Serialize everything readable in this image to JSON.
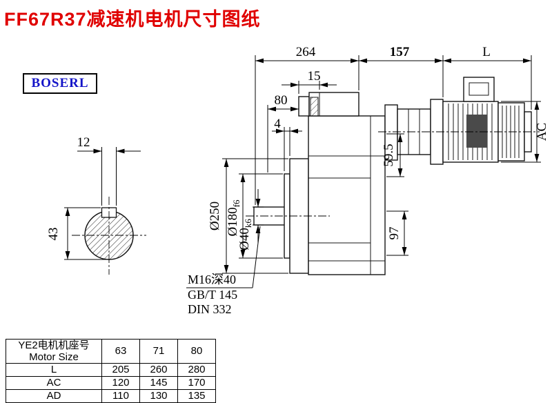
{
  "title": "FF67R37减速机电机尺寸图纸",
  "brand": "BOSERL",
  "drawing": {
    "dims": {
      "top_264": "264",
      "top_157": "157",
      "top_L": "L",
      "d15": "15",
      "d80": "80",
      "d4": "4",
      "ac": "AC",
      "d59_5": "59.5",
      "d97": "97",
      "dia250": "Ø250",
      "dia180": "Ø180",
      "dia180_tol": "f6",
      "dia40": "Ø40",
      "dia40_tol": "k6",
      "key_width": "12",
      "key_height": "43",
      "thread_note": "M16深40",
      "std_gb": "GB/T 145",
      "std_din": "DIN 332"
    }
  },
  "table": {
    "header_cn": "YE2电机机座号",
    "header_en": "Motor Size",
    "sizes": [
      "63",
      "71",
      "80"
    ],
    "rows": [
      {
        "label": "L",
        "values": [
          "205",
          "260",
          "280"
        ]
      },
      {
        "label": "AC",
        "values": [
          "120",
          "145",
          "170"
        ]
      },
      {
        "label": "AD",
        "values": [
          "110",
          "130",
          "135"
        ]
      }
    ]
  }
}
